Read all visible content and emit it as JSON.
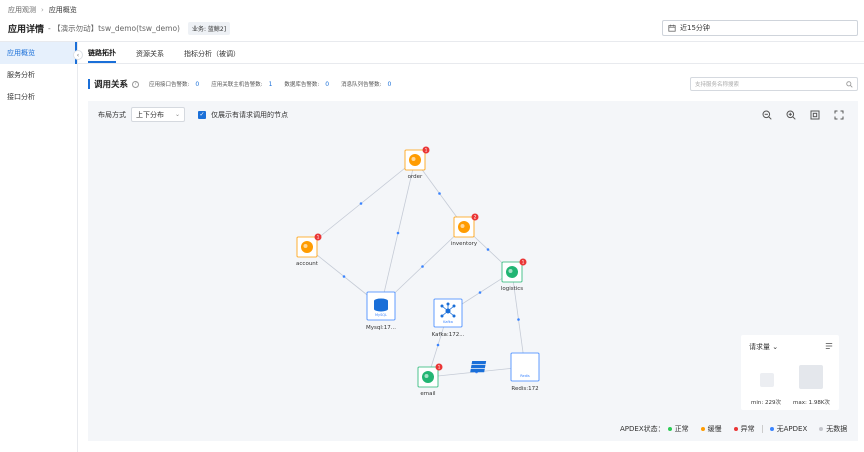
{
  "breadcrumb": [
    "应用观测",
    "应用概览"
  ],
  "header": {
    "title": "应用详情",
    "subtitle": "- 【演示勿动】tsw_demo(tsw_demo)",
    "tag": "业务: 蓝鲸2]"
  },
  "time_picker": {
    "value": "近15分钟"
  },
  "sidebar": {
    "items": [
      {
        "label": "应用概览",
        "active": true
      },
      {
        "label": "服务分析",
        "active": false
      },
      {
        "label": "接口分析",
        "active": false
      }
    ]
  },
  "tabs": [
    {
      "label": "链路拓扑",
      "active": true
    },
    {
      "label": "资源关系",
      "active": false
    },
    {
      "label": "指标分析（被调）",
      "active": false
    }
  ],
  "section": {
    "title": "调用关系",
    "stats": [
      {
        "label": "应用接口告警数:",
        "value": "0"
      },
      {
        "label": "应用关联主机告警数:",
        "value": "1"
      },
      {
        "label": "数据库告警数:",
        "value": "0"
      },
      {
        "label": "消息队列告警数:",
        "value": "0"
      }
    ]
  },
  "search": {
    "placeholder": "支持服务名称搜索"
  },
  "controls": {
    "layout_label": "布局方式",
    "layout_value": "上下分布",
    "only_requested_label": "仅展示有请求调用的节点"
  },
  "graph": {
    "colors": {
      "service_green": "#22b573",
      "service_orange": "#ff9c01",
      "alarm": "#ea3636",
      "db_blue": "#3a84ff",
      "edge": "#c5cbd6"
    },
    "nodes": [
      {
        "id": "order",
        "label": "order",
        "kind": "service",
        "color": "orange",
        "alarm": "1"
      },
      {
        "id": "account",
        "label": "account",
        "kind": "service",
        "color": "orange",
        "alarm": "1"
      },
      {
        "id": "inventory",
        "label": "inventory",
        "kind": "service",
        "color": "orange",
        "alarm": "2"
      },
      {
        "id": "logistics",
        "label": "logistics",
        "kind": "service",
        "color": "green",
        "alarm": "1"
      },
      {
        "id": "mysql",
        "label": "Mysql:17...",
        "kind": "database",
        "icon_text": "MySQL"
      },
      {
        "id": "kafka",
        "label": "Kafka:172...",
        "kind": "queue",
        "icon_text": "Kafka"
      },
      {
        "id": "email",
        "label": "email",
        "kind": "service",
        "color": "green",
        "alarm": "1"
      },
      {
        "id": "redis",
        "label": "Redis:172",
        "kind": "cache",
        "icon_text": "Redis"
      }
    ],
    "edges": [
      [
        "account",
        "order"
      ],
      [
        "order",
        "inventory"
      ],
      [
        "order",
        "mysql"
      ],
      [
        "account",
        "mysql"
      ],
      [
        "inventory",
        "mysql"
      ],
      [
        "inventory",
        "logistics"
      ],
      [
        "logistics",
        "kafka"
      ],
      [
        "logistics",
        "redis"
      ],
      [
        "kafka",
        "email"
      ],
      [
        "email",
        "redis"
      ]
    ]
  },
  "legend_panel": {
    "title": "请求量",
    "min": "min: 229次",
    "max": "max: 1.98K次"
  },
  "apdex": {
    "label": "APDEX状态：",
    "items": [
      {
        "label": "正常",
        "color": "#2dcb56"
      },
      {
        "label": "缓慢",
        "color": "#ff9c01"
      },
      {
        "label": "异常",
        "color": "#ea3636"
      }
    ],
    "extra": [
      {
        "label": "无APDEX",
        "color": "#3a84ff"
      },
      {
        "label": "无数据",
        "color": "#c4c6cc"
      }
    ]
  }
}
